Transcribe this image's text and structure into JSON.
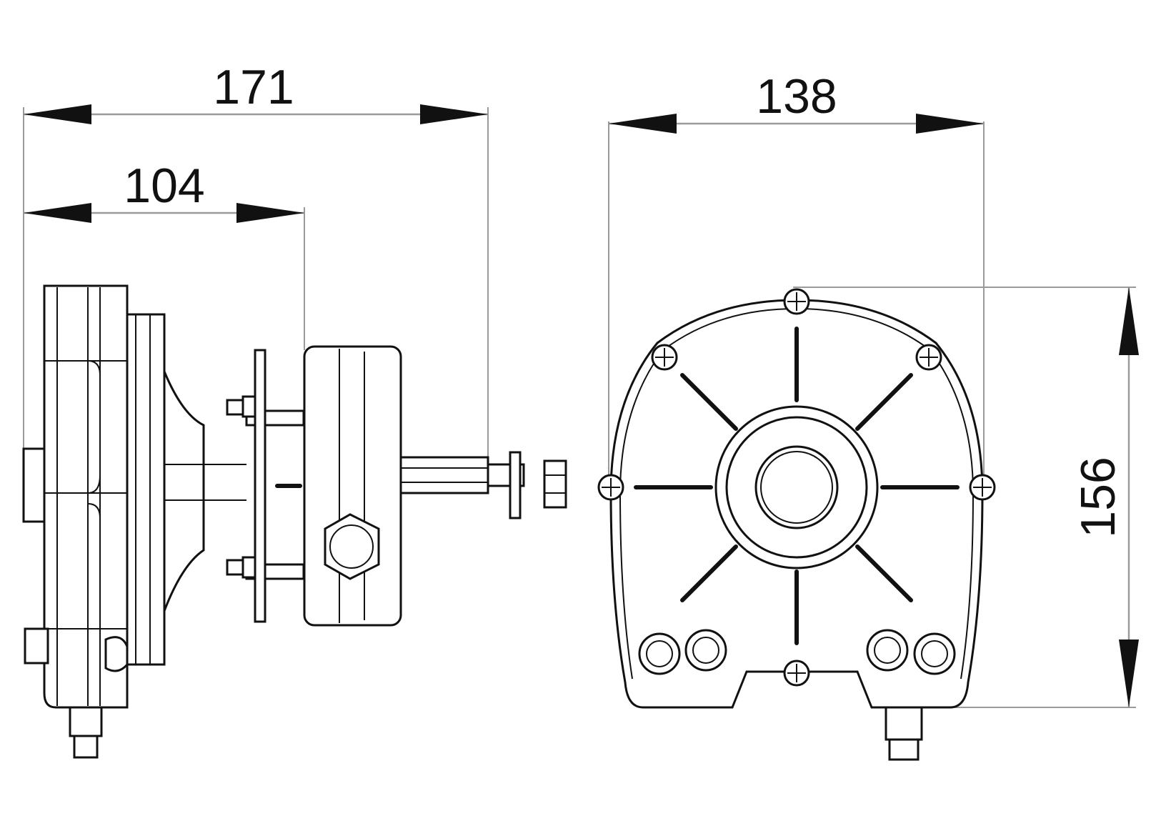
{
  "dimensions": {
    "overall_length": "171",
    "body_length": "104",
    "width": "138",
    "height": "156"
  }
}
